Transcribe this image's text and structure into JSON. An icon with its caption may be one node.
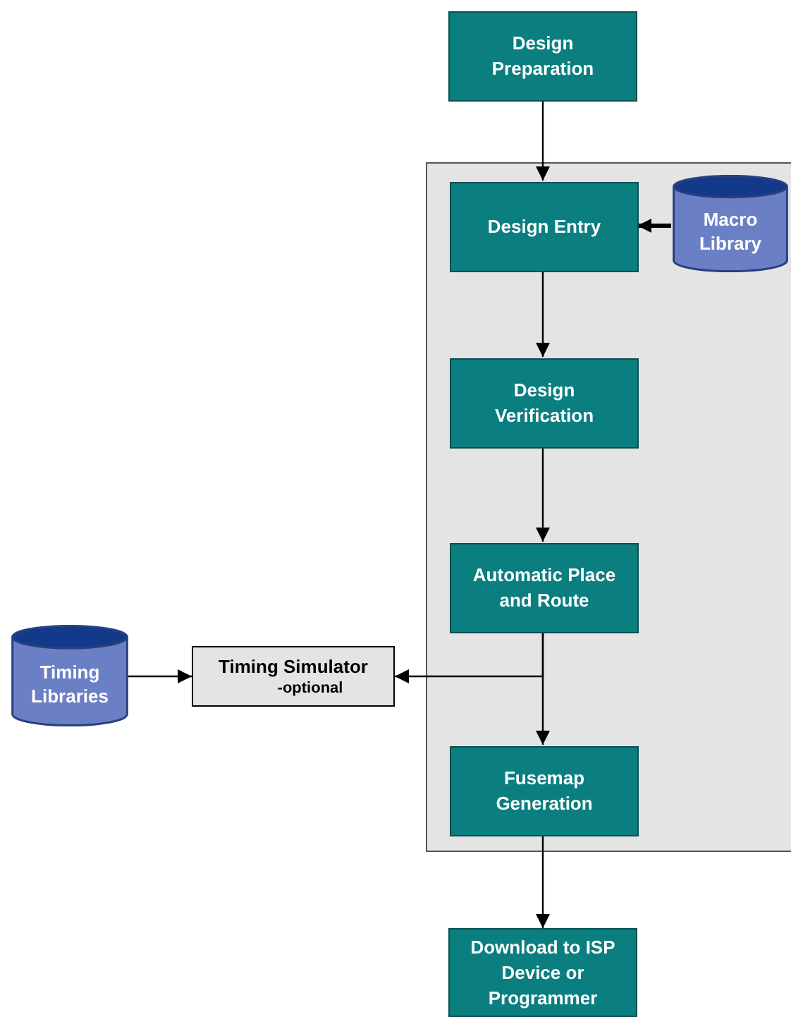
{
  "diagram": {
    "nodes": [
      {
        "text": [
          "Design Preparation"
        ]
      },
      {
        "text": [],
        "shape": "box"
      },
      {
        "text": [
          "Design Entry"
        ],
        "in": 1
      },
      {
        "text": [
          "Macro Library"
        ],
        "in": 1
      },
      {
        "text": [
          "Design Verification"
        ],
        "in": 1
      },
      {
        "text": [
          "Automatic Place and Route"
        ],
        "in": 1
      },
      {
        "text": [
          "Fusemap Generation"
        ],
        "in": 1
      },
      {
        "text": [
          "Timing Simulator",
          "-optional"
        ]
      },
      {
        "text": [
          "Timing Libraries"
        ]
      },
      {
        "text": [
          "Download to ISP Device or Programmer"
        ]
      }
    ],
    "edges": [
      {
        "from": 0,
        "to": 2,
        "arrow": "to"
      },
      {
        "from": 3,
        "to": 2,
        "arrow": "to",
        "style": "thick"
      },
      {
        "from": 2,
        "to": 4,
        "arrow": "to"
      },
      {
        "from": 4,
        "to": 5,
        "arrow": "to"
      },
      {
        "from": 5,
        "to": 6,
        "arrow": "to"
      },
      {
        "from": 5,
        "to": 7,
        "arrow": "to"
      },
      {
        "from": 8,
        "to": 7,
        "arrow": "to"
      },
      {
        "from": 6,
        "to": 9,
        "arrow": "to"
      }
    ]
  }
}
